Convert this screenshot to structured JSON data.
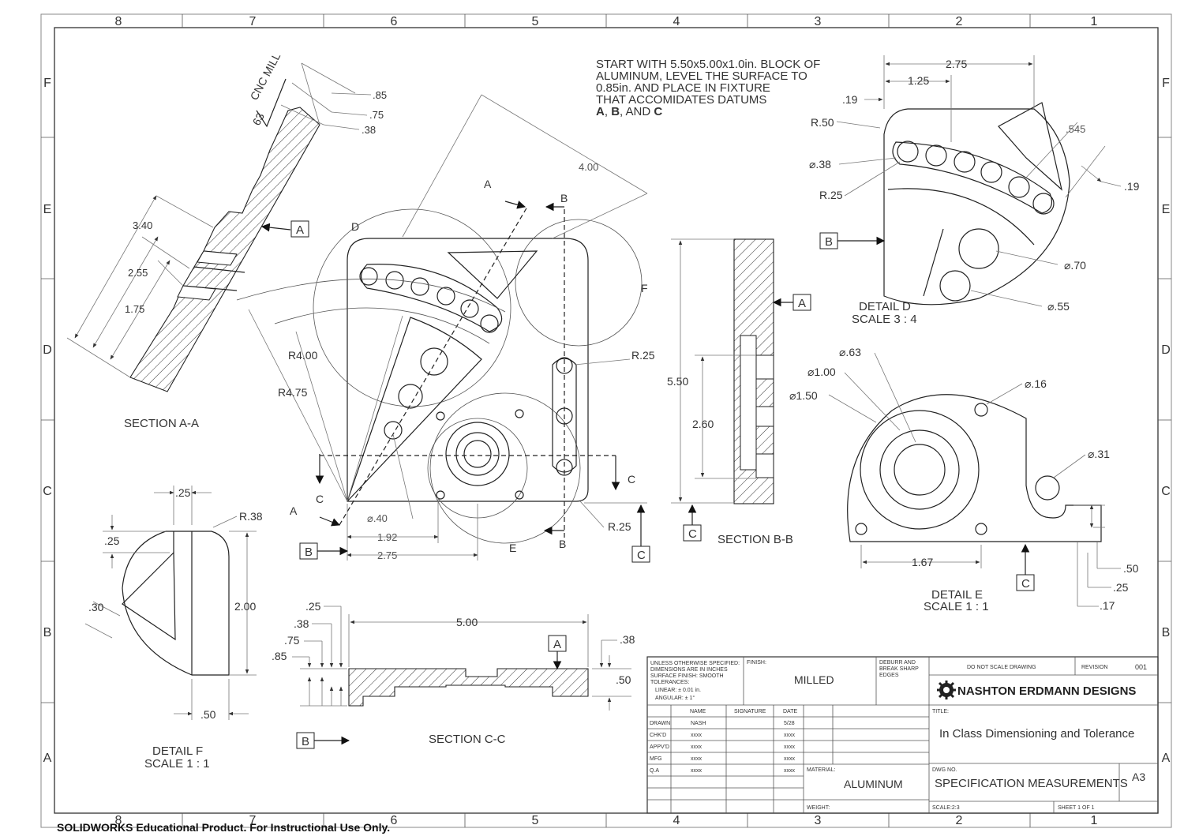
{
  "border": {
    "columns": [
      "8",
      "7",
      "6",
      "5",
      "4",
      "3",
      "2",
      "1"
    ],
    "rows": [
      "F",
      "E",
      "D",
      "C",
      "B",
      "A"
    ]
  },
  "note": {
    "line1": "START WITH 5.50x5.00x1.0in. BLOCK OF",
    "line2": "ALUMINUM, LEVEL THE SURFACE TO",
    "line3": "0.85in. AND PLACE IN FIXTURE",
    "line4": "THAT ACCOMIDATES DATUMS",
    "line5a": "A",
    "line5b": ", ",
    "line5c": "B",
    "line5d": ", AND ",
    "line5e": "C"
  },
  "section_aa": {
    "title": "SECTION A-A",
    "finish_value": "63",
    "finish_method": "CNC MILL",
    "dims": [
      ".85",
      ".75",
      ".38",
      "3.40",
      "2.55",
      "1.75"
    ],
    "datum": "A"
  },
  "main_view": {
    "dims": [
      "4.00",
      "R4.00",
      "R4.75",
      "R.25",
      "R.25",
      "1.92",
      "2.75",
      "⌀.40"
    ],
    "section_marks": [
      "A",
      "A",
      "B",
      "B",
      "C",
      "C",
      "D",
      "E",
      "F"
    ],
    "datums": [
      "B",
      "C"
    ]
  },
  "section_bb": {
    "title": "SECTION B-B",
    "dims": [
      "5.50",
      "2.60"
    ],
    "datums": [
      "A",
      "C"
    ]
  },
  "detail_d": {
    "title": "DETAIL D",
    "scale": "SCALE 3 : 4",
    "dims": [
      "2.75",
      "1.25",
      ".19",
      "R.50",
      "⌀.38",
      "R.25",
      ".545",
      ".19",
      "⌀.70",
      "⌀.55"
    ],
    "datum": "B"
  },
  "detail_e": {
    "title": "DETAIL E",
    "scale": "SCALE 1 : 1",
    "dims": [
      "⌀.63",
      "⌀1.00",
      "⌀1.50",
      "⌀.16",
      "⌀.31",
      "1.67",
      ".50",
      ".25",
      ".17"
    ],
    "datum": "C"
  },
  "detail_f": {
    "title": "DETAIL F",
    "scale": "SCALE 1 : 1",
    "dims": [
      ".25",
      "R.38",
      ".25",
      ".30",
      "2.00",
      ".50"
    ]
  },
  "section_cc": {
    "title": "SECTION C-C",
    "dims": [
      ".25",
      ".38",
      ".75",
      ".85",
      "5.00",
      ".38",
      ".50"
    ],
    "datums": [
      "A",
      "B"
    ]
  },
  "title_block": {
    "tolerance_note": [
      "UNLESS OTHERWISE SPECIFIED:",
      "DIMENSIONS ARE IN INCHES",
      "SURFACE FINISH: SMOOTH",
      "TOLERANCES:",
      "LINEAR: ± 0.01 in.",
      "ANGULAR: ± 1°"
    ],
    "finish_label": "FINISH:",
    "finish_value": "MILLED",
    "deburr": [
      "DEBURR AND",
      "BREAK SHARP",
      "EDGES"
    ],
    "do_not_scale": "DO NOT SCALE DRAWING",
    "revision_label": "REVISION",
    "revision_value": "001",
    "company": "NASHTON ERDMANN DESIGNS",
    "headers": [
      "NAME",
      "SIGNATURE",
      "DATE"
    ],
    "rows": [
      {
        "role": "DRAWN",
        "name": "NASH",
        "date": "5/28"
      },
      {
        "role": "CHK'D",
        "name": "xxxx",
        "date": "xxxx"
      },
      {
        "role": "APPV'D",
        "name": "xxxx",
        "date": "xxxx"
      },
      {
        "role": "MFG",
        "name": "xxxx",
        "date": "xxxx"
      },
      {
        "role": "Q.A",
        "name": "xxxx",
        "date": "xxxx"
      }
    ],
    "title_label": "TITLE:",
    "title_value": "In Class Dimensioning and Tolerance",
    "material_label": "MATERIAL:",
    "material_value": "ALUMINUM",
    "dwg_label": "DWG NO.",
    "dwg_value": "SPECIFICATION MEASUREMENTS",
    "size": "A3",
    "weight_label": "WEIGHT:",
    "scale": "SCALE:2:3",
    "sheet": "SHEET 1 OF 1"
  },
  "footer": "SOLIDWORKS Educational Product. For Instructional Use Only."
}
